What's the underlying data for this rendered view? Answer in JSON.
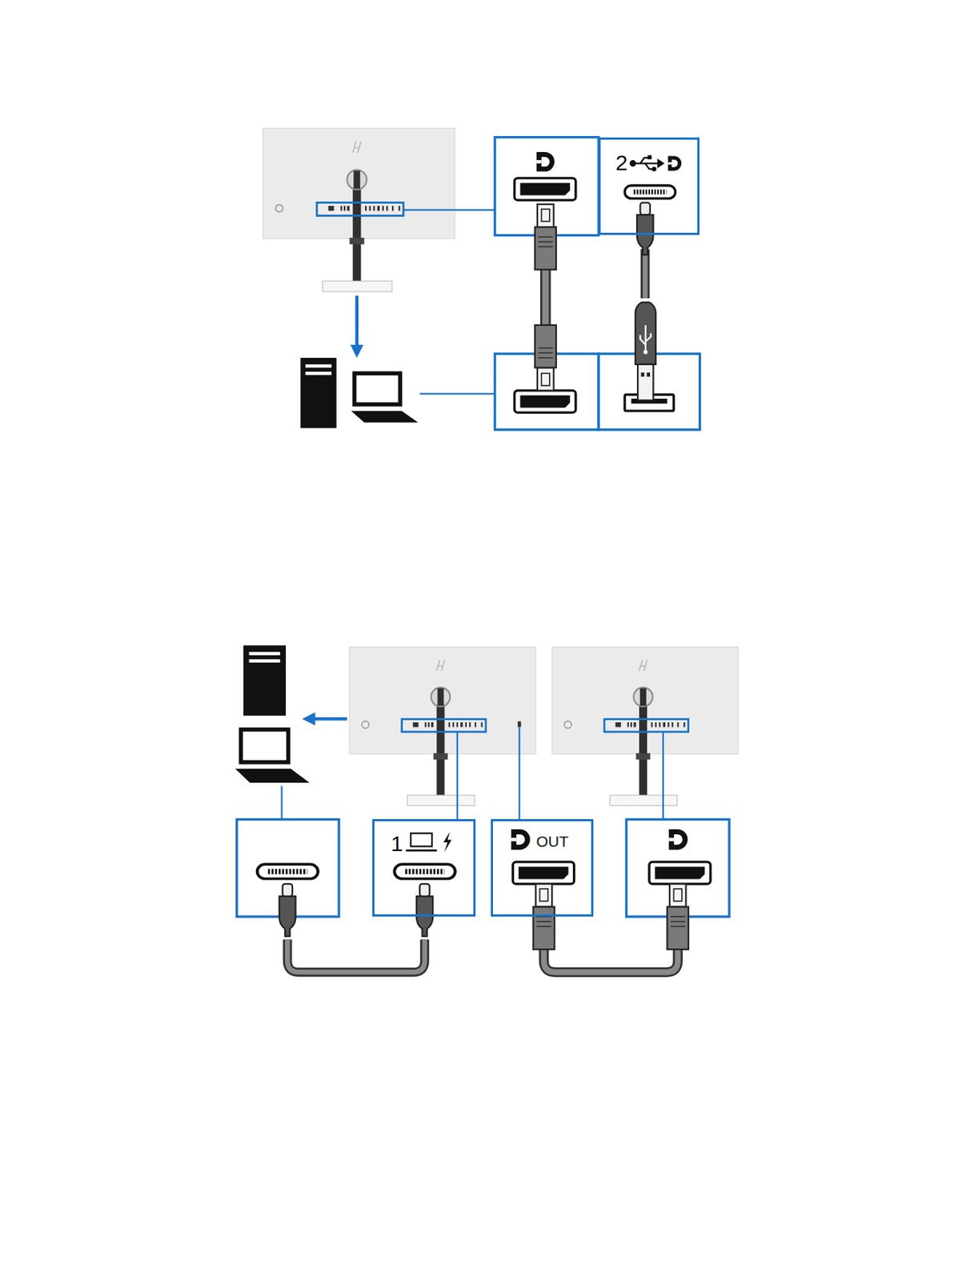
{
  "diagram": {
    "nodes": [
      {
        "text": [
          "2"
        ]
      },
      {
        "text": [
          "1"
        ]
      },
      {
        "text": [
          "OUT"
        ]
      }
    ]
  }
}
